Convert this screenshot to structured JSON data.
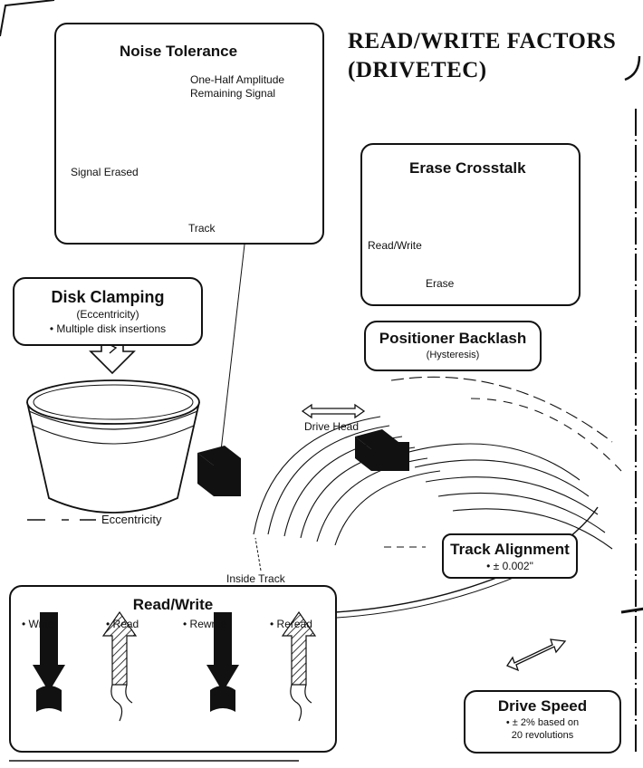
{
  "header": {
    "title_line1": "READ/WRITE FACTORS",
    "title_line2": "(DRIVETEC)"
  },
  "noise_tolerance": {
    "title": "Noise Tolerance",
    "label_amplitude_1": "One-Half Amplitude",
    "label_amplitude_2": "Remaining Signal",
    "label_signal_erased": "Signal Erased",
    "label_track": "Track"
  },
  "erase_crosstalk": {
    "title": "Erase Crosstalk",
    "label_read_write": "Read/Write",
    "label_erase": "Erase"
  },
  "disk_clamping": {
    "title": "Disk Clamping",
    "subtitle": "(Eccentricity)",
    "bullet": "• Multiple disk insertions"
  },
  "positioner_backlash": {
    "title": "Positioner Backlash",
    "subtitle": "(Hysteresis)"
  },
  "drive_area": {
    "label_drive_head": "Drive Head",
    "label_eccentricity": "Eccentricity",
    "label_inside_track": "Inside Track"
  },
  "track_alignment": {
    "title": "Track Alignment",
    "bullet": "• ± 0.002\""
  },
  "read_write": {
    "title": "Read/Write",
    "items": [
      "• Write",
      "• Read",
      "• Rewrite",
      "• Reread"
    ]
  },
  "drive_speed": {
    "title": "Drive Speed",
    "line1": "• ± 2% based on",
    "line2": "20 revolutions"
  }
}
